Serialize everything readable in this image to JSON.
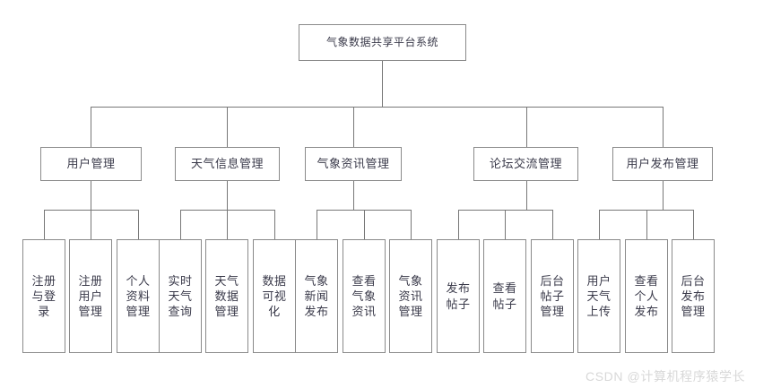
{
  "diagram": {
    "title": "气象数据共享平台系统",
    "root": {
      "label": "气象数据共享平台系统"
    },
    "branches": [
      {
        "label": "用户管理"
      },
      {
        "label": "天气信息管理"
      },
      {
        "label": "气象资讯管理"
      },
      {
        "label": "论坛交流管理"
      },
      {
        "label": "用户发布管理"
      }
    ],
    "leaves": [
      {
        "label": "注册与登录"
      },
      {
        "label": "注册用户管理"
      },
      {
        "label": "个人资料管理"
      },
      {
        "label": "实时天气查询"
      },
      {
        "label": "天气数据管理"
      },
      {
        "label": "数据可视化"
      },
      {
        "label": "气象新闻发布"
      },
      {
        "label": "查看气象资讯"
      },
      {
        "label": "气象资讯管理"
      },
      {
        "label": "发布帖子"
      },
      {
        "label": "查看帖子"
      },
      {
        "label": "后台帖子管理"
      },
      {
        "label": "用户天气上传"
      },
      {
        "label": "查看个人发布"
      },
      {
        "label": "后台发布管理"
      }
    ],
    "colors": {
      "box_border": "#8a8a8a",
      "edge": "#777777",
      "text": "#3a3a4a",
      "background": "#ffffff",
      "watermark": "#d8d8d8"
    }
  },
  "watermark": {
    "text": "CSDN @计算机程序猿学长"
  }
}
